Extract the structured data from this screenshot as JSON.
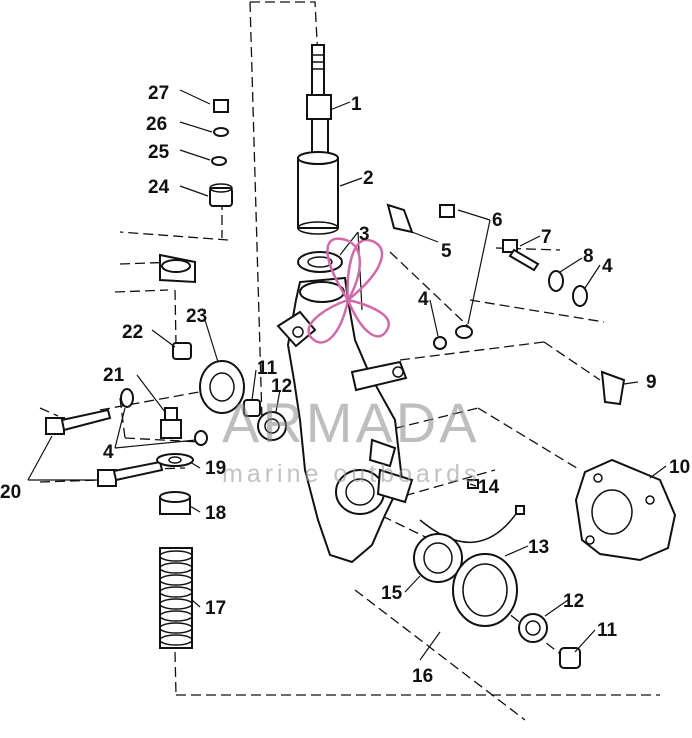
{
  "watermark": {
    "brand": "ARMADA",
    "tagline": "marine outboards",
    "brand_color": "#d16aa8"
  },
  "callouts": {
    "c1": "1",
    "c2": "2",
    "c3": "3",
    "c4a": "4",
    "c4b": "4",
    "c4c": "4",
    "c5": "5",
    "c6": "6",
    "c7": "7",
    "c8": "8",
    "c9": "9",
    "c10": "10",
    "c11a": "11",
    "c11b": "11",
    "c12a": "12",
    "c12b": "12",
    "c13": "13",
    "c14": "14",
    "c15": "15",
    "c16": "16",
    "c17": "17",
    "c18": "18",
    "c19": "19",
    "c20": "20",
    "c21": "21",
    "c22": "22",
    "c23": "23",
    "c24": "24",
    "c25": "25",
    "c26": "26",
    "c27": "27"
  }
}
